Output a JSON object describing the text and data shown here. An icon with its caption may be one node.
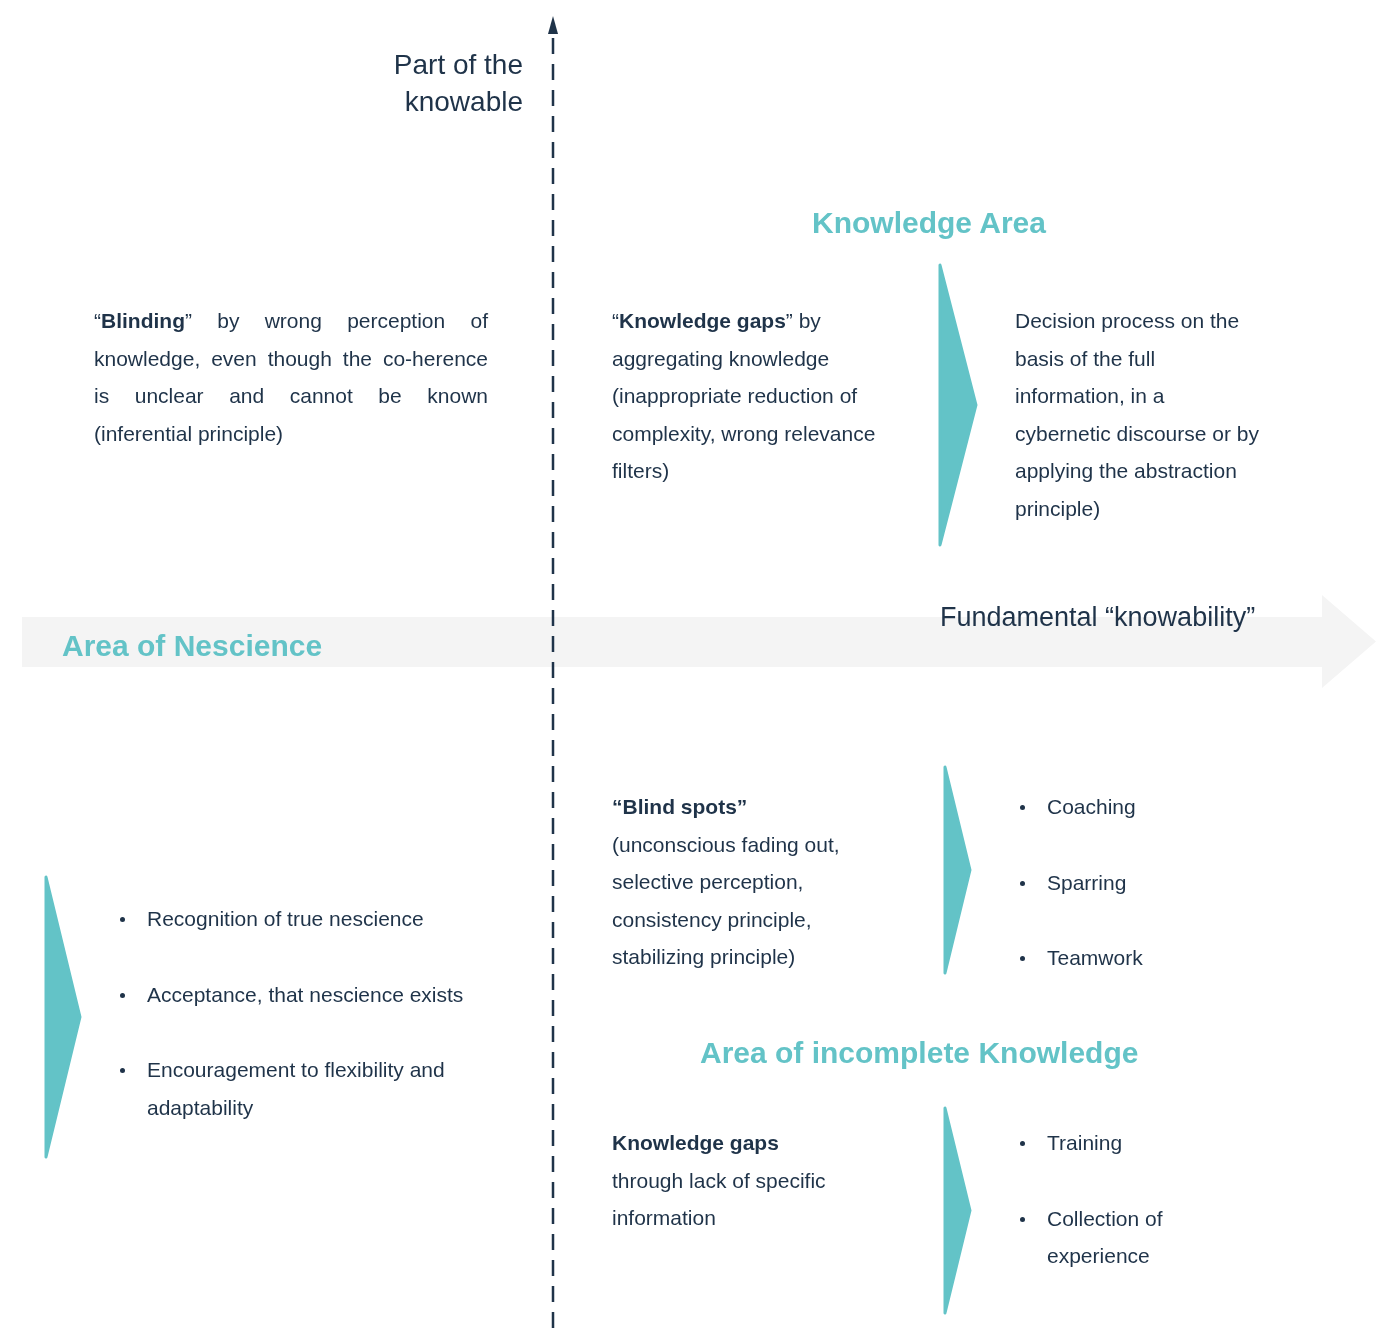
{
  "diagram": {
    "nodes": [
      {
        "text": [
          "“**Knowledge gaps**”  by aggregating knowledge (inappropriate reduction of complexity, wrong relevance filters)"
        ]
      },
      {
        "text": [
          "Decision process on the basis of the full information, in a cybernetic discourse or by applying the abstraction principle)"
        ]
      },
      {
        "text": [
          "“Blind spots”",
          "(unconscious fading out, selective perception, consistency principle, stabilizing principle)"
        ]
      },
      {
        "text": [
          "Coaching",
          "Sparring",
          "Teamwork"
        ]
      },
      {
        "text": [
          "Knowledge gaps",
          "through lack of specific information"
        ]
      },
      {
        "text": [
          "Training",
          "Collection of experience"
        ]
      },
      {
        "text": [
          "Recognition of true nescience",
          "Acceptance, that nescience exists",
          "Encouragement to flexibility and adaptability"
        ]
      },
      {
        "text": [
          "Area of Nescience",
          "Fundamental “knowability”"
        ]
      }
    ],
    "edges": [
      {
        "from": 0,
        "to": 1,
        "arrow": "to"
      },
      {
        "from": 2,
        "to": 3,
        "arrow": "to"
      },
      {
        "from": 4,
        "to": 5,
        "arrow": "to"
      },
      {
        "from": null,
        "to": 6,
        "arrow": "to"
      }
    ],
    "labels": [
      "Part of the knowable",
      "Knowledge Area",
      "“**Blinding**” by wrong perception of knowledge, even though the co-herence is unclear and cannot be known (inferential principle)",
      "Area of incomplete Knowledge"
    ]
  }
}
